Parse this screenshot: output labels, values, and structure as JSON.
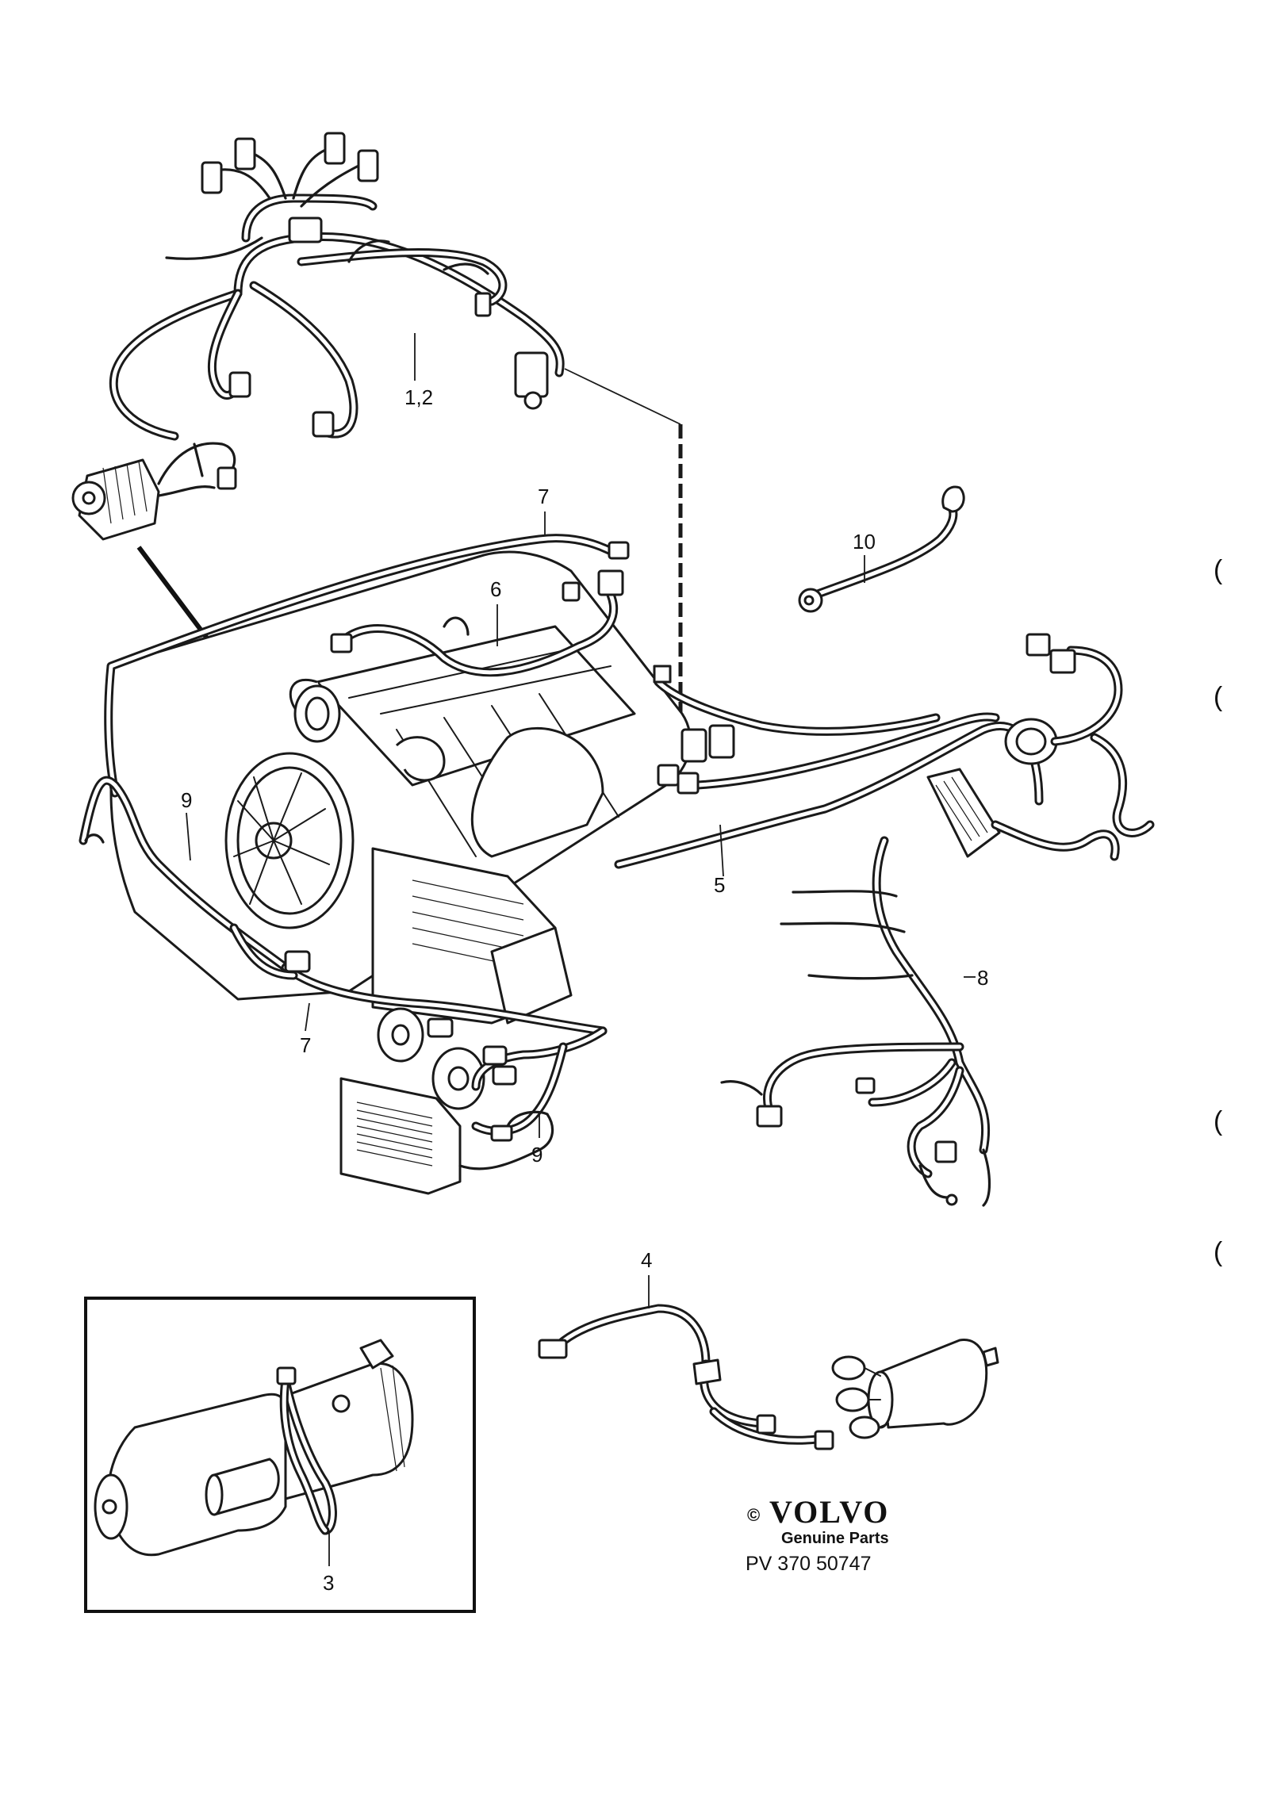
{
  "callouts": {
    "harness_main": "1,2",
    "starter_cable": "3",
    "ignition_lead": "4",
    "engine_harness": "5",
    "injector_harness": "6",
    "cable_7_top": "7",
    "cable_7_bottom": "7",
    "harness_8": "8",
    "cable_9_left": "9",
    "cable_9_bottom": "9",
    "ground_strap": "10"
  },
  "footer": {
    "copyright": "©",
    "brand": "VOLVO",
    "subtitle": "Genuine Parts",
    "ref_code": "PV 370  50747"
  },
  "margin_marks": [
    "(",
    "(",
    "(",
    "("
  ]
}
